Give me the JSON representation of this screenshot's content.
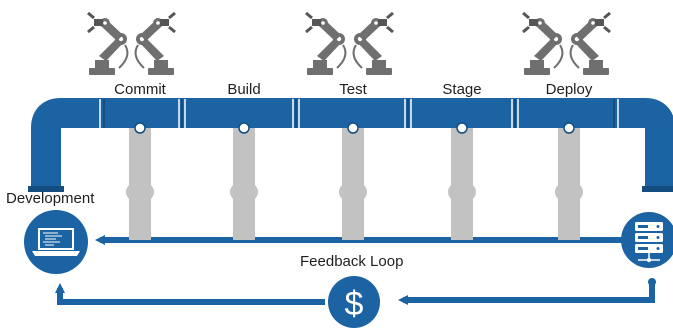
{
  "stages": [
    {
      "label": "Commit"
    },
    {
      "label": "Build"
    },
    {
      "label": "Test"
    },
    {
      "label": "Stage"
    },
    {
      "label": "Deploy"
    }
  ],
  "development_label": "Development",
  "feedback_label": "Feedback Loop",
  "cost_symbol": "$",
  "robot_pairs": 3,
  "colors": {
    "pipe": "#1b63a3",
    "pipe_dark": "#144d80",
    "pillar": "#c2c2c2",
    "robot": "#6f6f6f",
    "robot_dark": "#555555",
    "text": "#1f1f1f"
  },
  "icons": [
    "robot-arm-icon",
    "laptop-code-icon",
    "server-icon",
    "dollar-icon"
  ]
}
